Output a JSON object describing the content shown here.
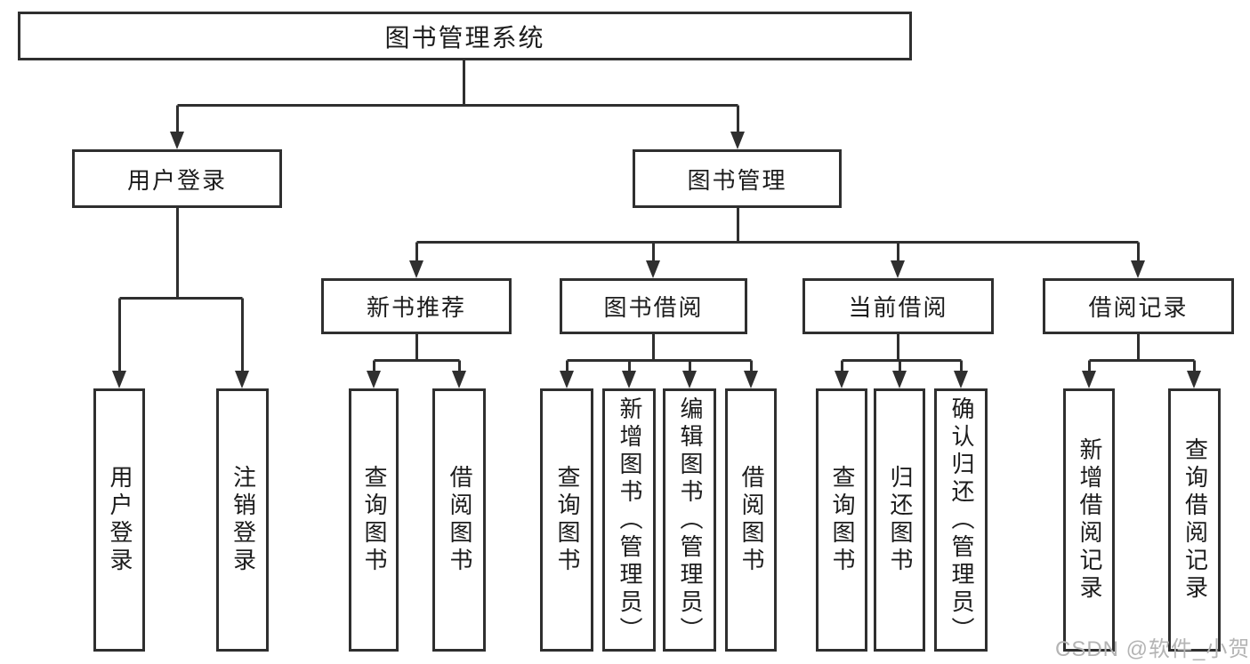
{
  "tree": {
    "root": "图书管理系统",
    "user_login": {
      "label": "用户登录",
      "children": [
        "用户登录",
        "注销登录"
      ]
    },
    "book_mgmt": {
      "label": "图书管理",
      "sections": [
        {
          "label": "新书推荐",
          "children": [
            "查询图书",
            "借阅图书"
          ]
        },
        {
          "label": "图书借阅",
          "children": [
            "查询图书",
            "新增图书（管理员）",
            "编辑图书（管理员）",
            "借阅图书"
          ]
        },
        {
          "label": "当前借阅",
          "children": [
            "查询图书",
            "归还图书",
            "确认归还（管理员）"
          ]
        },
        {
          "label": "借阅记录",
          "children": [
            "新增借阅记录",
            "查询借阅记录"
          ]
        }
      ]
    }
  },
  "watermark": "CSDN @软件_小贺同学",
  "colors": {
    "line": "#2f2f2f",
    "text": "#1c1c1c",
    "watermark": "#b4b4b4",
    "background": "#ffffff"
  }
}
